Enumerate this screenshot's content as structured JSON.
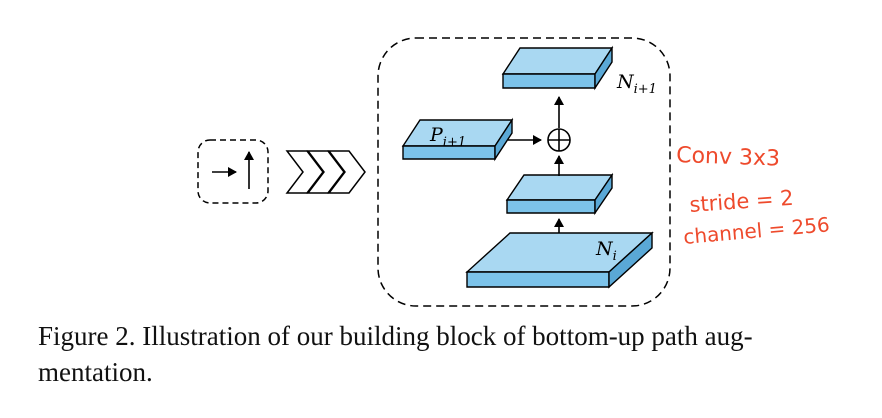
{
  "figure": {
    "caption_line1": "Figure 2. Illustration of our building block of bottom-up path aug-",
    "caption_line2": "mentation."
  },
  "labels": {
    "n_next_main": "N",
    "n_next_sub": "i+1",
    "p_next_main": "P",
    "p_next_sub": "i+1",
    "n_i_main": "N",
    "n_i_sub": "i"
  },
  "handwritten": {
    "line1": "Conv 3x3",
    "line2": "stride = 2",
    "line3": "channel = 256"
  },
  "colors": {
    "block_top": "#a9d8f2",
    "block_front": "#7cc3ea",
    "block_side": "#5aa8d6",
    "annotation": "#ee4a2c"
  },
  "icons": {
    "sum": "circled-plus",
    "shortcut": "up-arrow-with-right-arrow",
    "flow": "triple-chevron-right"
  }
}
